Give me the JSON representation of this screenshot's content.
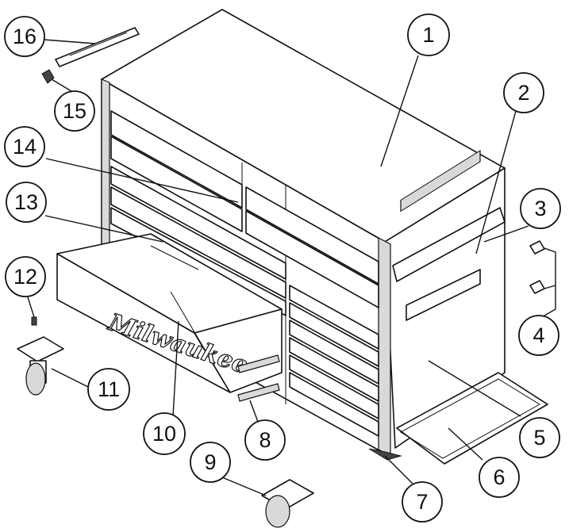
{
  "callouts": [
    {
      "id": "1",
      "label": "1"
    },
    {
      "id": "2",
      "label": "2"
    },
    {
      "id": "3",
      "label": "3"
    },
    {
      "id": "4",
      "label": "4"
    },
    {
      "id": "5",
      "label": "5"
    },
    {
      "id": "6",
      "label": "6"
    },
    {
      "id": "7",
      "label": "7"
    },
    {
      "id": "8",
      "label": "8"
    },
    {
      "id": "9",
      "label": "9"
    },
    {
      "id": "10",
      "label": "10"
    },
    {
      "id": "11",
      "label": "11"
    },
    {
      "id": "12",
      "label": "12"
    },
    {
      "id": "13",
      "label": "13"
    },
    {
      "id": "14",
      "label": "14"
    },
    {
      "id": "15",
      "label": "15"
    },
    {
      "id": "16",
      "label": "16"
    }
  ],
  "branding": {
    "drawer_logo": "Milwaukee"
  },
  "colors": {
    "line": "#111111",
    "fill": "#ffffff",
    "shade": "#d9d9d9"
  }
}
